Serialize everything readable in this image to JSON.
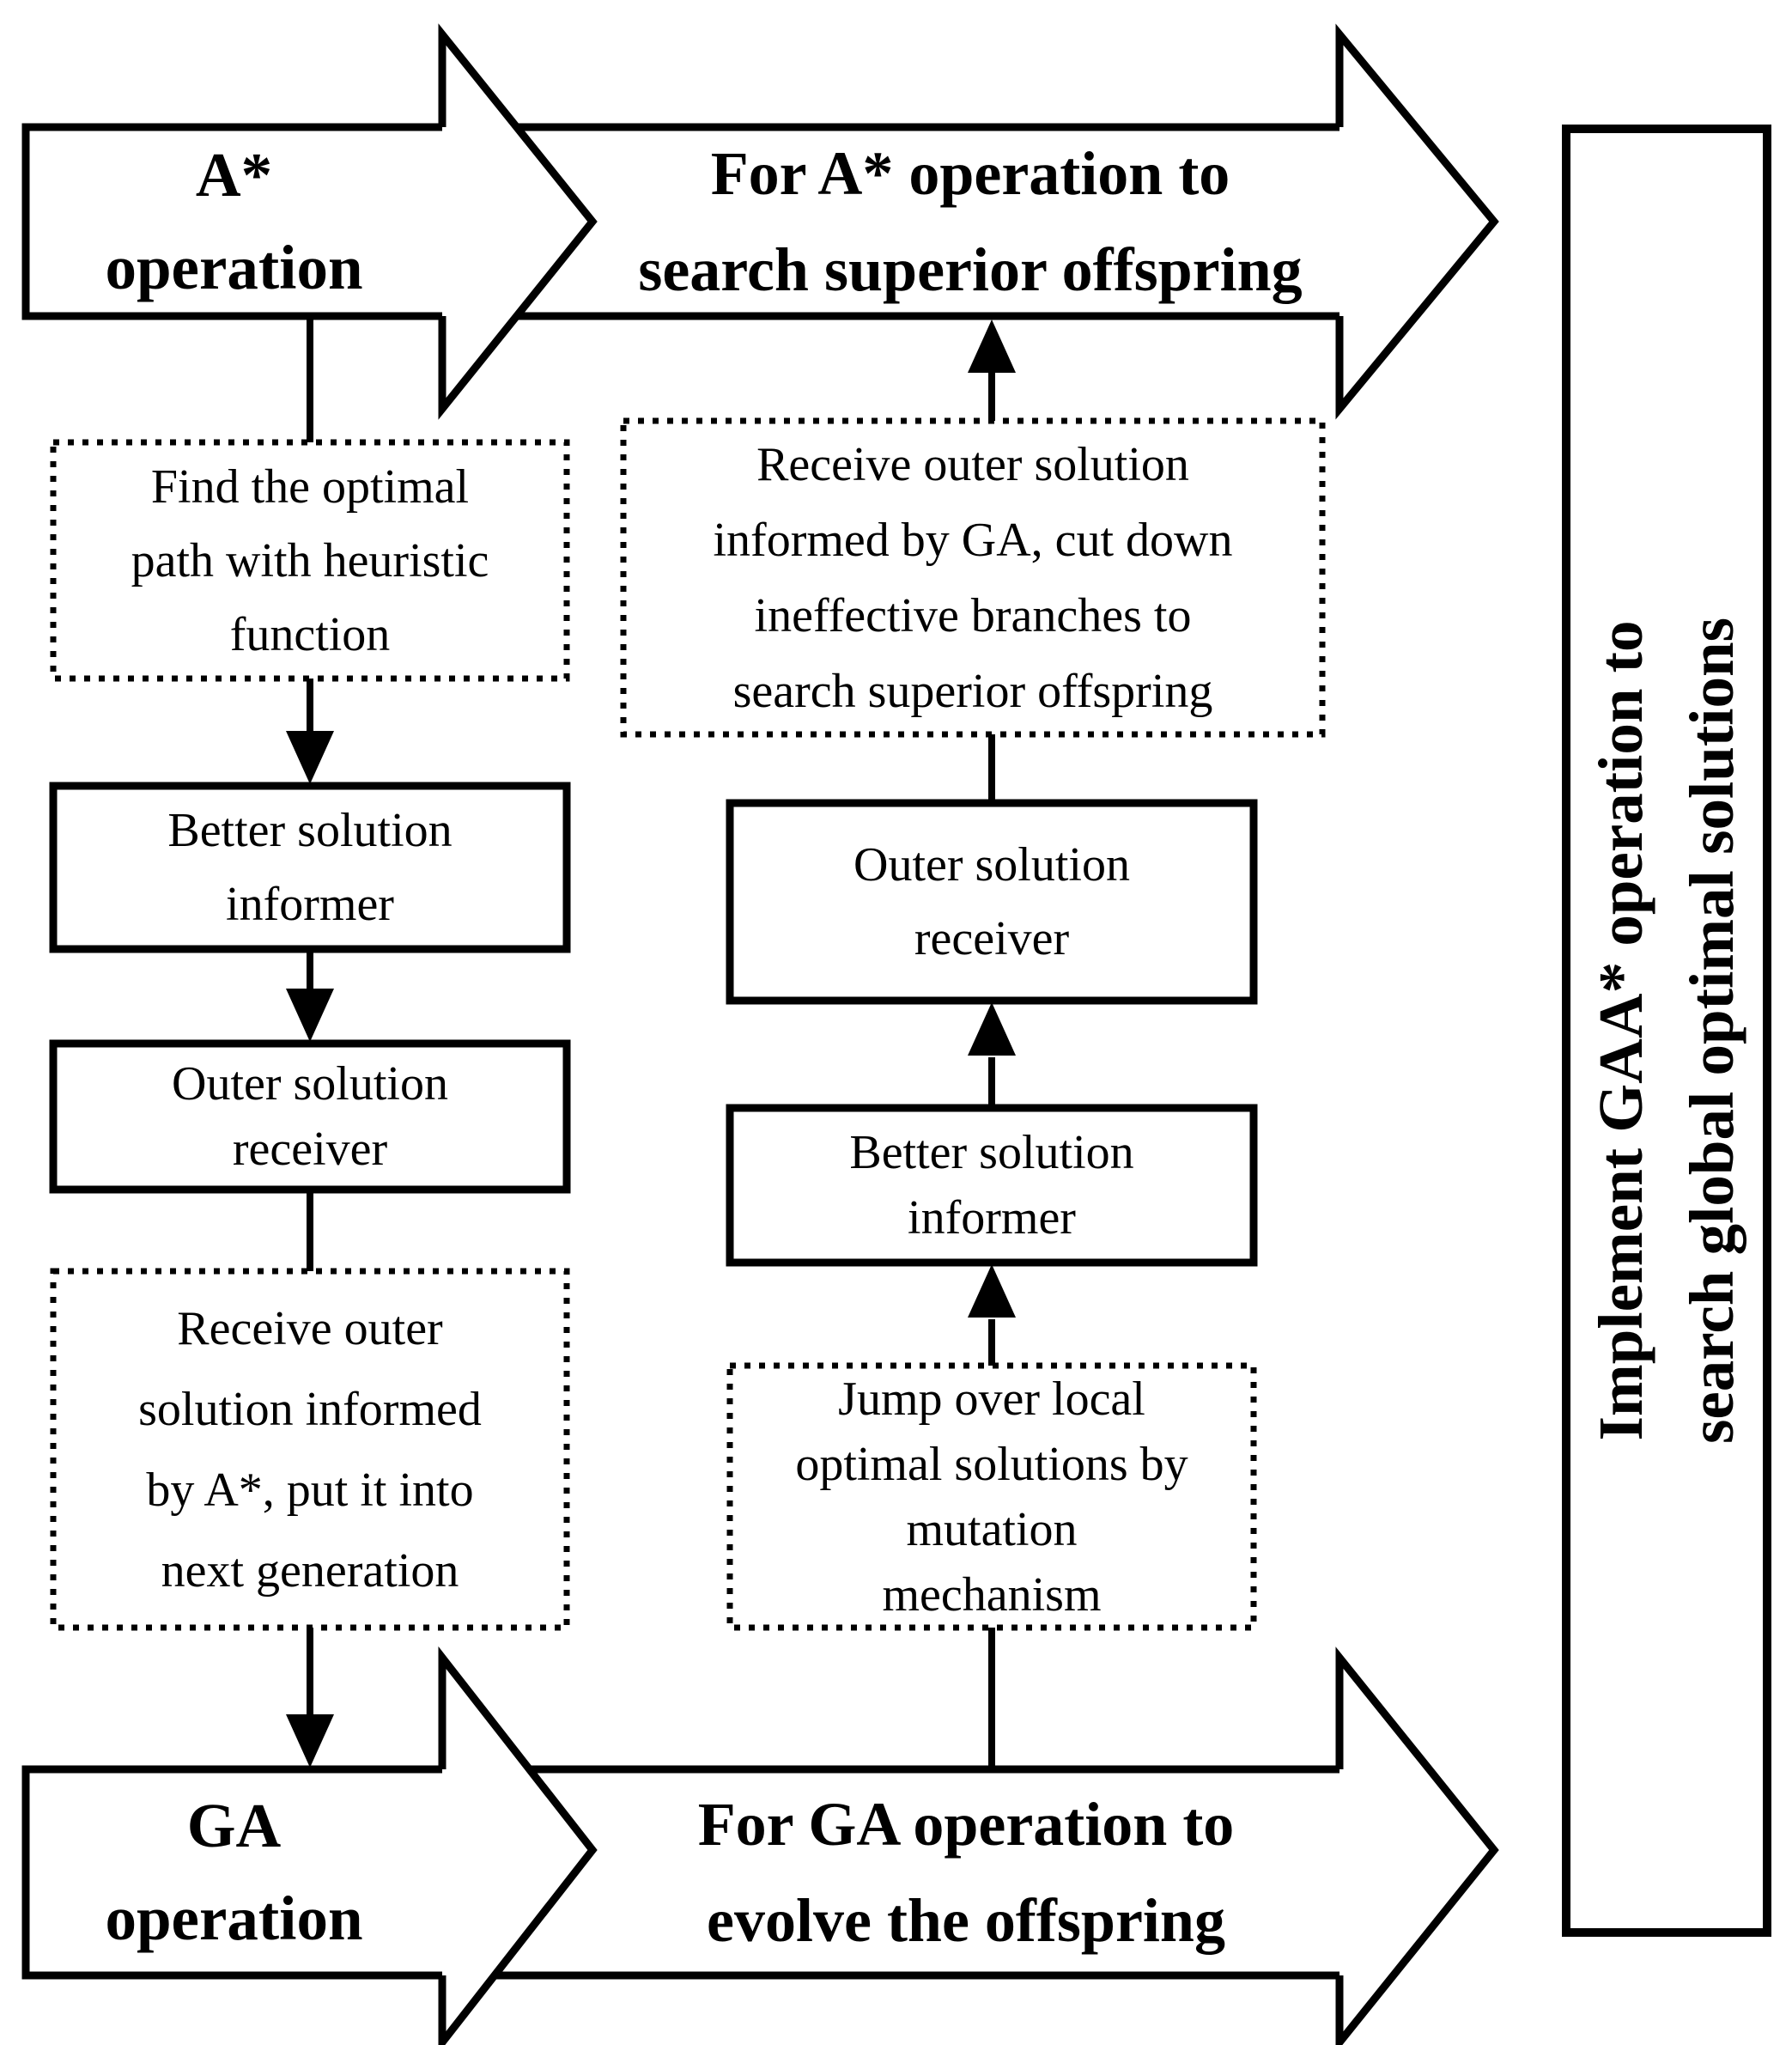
{
  "colors": {
    "ink": "#000000",
    "paper": "#ffffff"
  },
  "top_arrow": {
    "line1": "For A* operation to",
    "line2": "search superior offspring"
  },
  "bottom_arrow": {
    "line1": "For GA operation to",
    "line2": "evolve the offspring"
  },
  "astar_label": {
    "line1": "A*",
    "line2": "operation"
  },
  "ga_label": {
    "line1": "GA",
    "line2": "operation"
  },
  "left_steps": {
    "find": {
      "line1": "Find the optimal",
      "line2": "path with heuristic",
      "line3": "function"
    },
    "informer": {
      "line1": "Better solution",
      "line2": "informer"
    },
    "receiver": {
      "line1": "Outer solution",
      "line2": "receiver"
    },
    "receive": {
      "line1": "Receive outer",
      "line2": "solution informed",
      "line3": "by A*, put it into",
      "line4": "next generation"
    }
  },
  "middle_steps": {
    "receive": {
      "line1": "Receive outer solution",
      "line2": "informed by GA, cut down",
      "line3": "ineffective branches to",
      "line4": "search superior offspring"
    },
    "receiver": {
      "line1": "Outer solution",
      "line2": "receiver"
    },
    "informer": {
      "line1": "Better solution",
      "line2": "informer"
    },
    "jump": {
      "line1": "Jump over local",
      "line2": "optimal solutions by",
      "line3": "mutation",
      "line4": "mechanism"
    }
  },
  "right_panel": {
    "line1": "Implement GAA* operation to",
    "line2": "search global optimal solutions"
  }
}
